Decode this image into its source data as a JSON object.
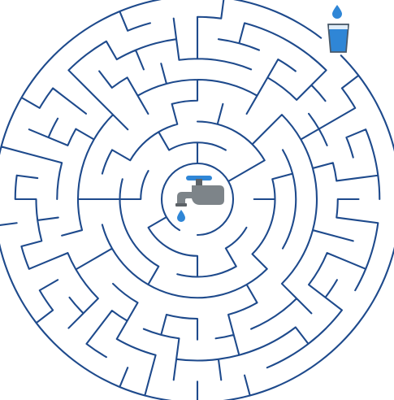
{
  "puzzle": {
    "type": "circular-maze",
    "start": "faucet",
    "goal": "glass-of-water",
    "rings": 8,
    "sectors": [
      12,
      12,
      24,
      24,
      24,
      48,
      48,
      48
    ]
  },
  "colors": {
    "maze_line": "#1e4a8c",
    "water": "#2f86d6",
    "water_light": "#5aaee8",
    "faucet_body": "#7d8489",
    "faucet_shadow": "#5c6267",
    "glass_outline": "#4a5a6a",
    "background": "#ffffff"
  },
  "icons": {
    "start": "faucet-icon",
    "goal": "water-glass-icon"
  }
}
